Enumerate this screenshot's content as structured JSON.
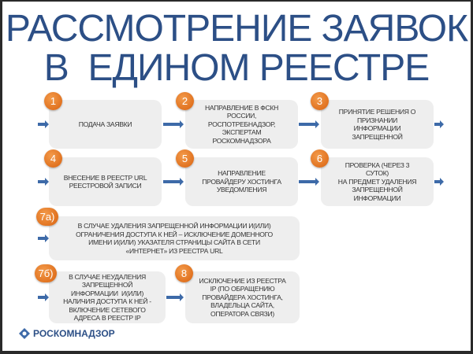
{
  "title": {
    "line1": "РАССМОТРЕНИЕ ЗАЯВОК",
    "line2": "В  ЕДИНОМ РЕЕСТРЕ"
  },
  "steps": [
    {
      "badge": "1",
      "text": "ПОДАЧА ЗАЯВКИ"
    },
    {
      "badge": "2",
      "text": "НАПРАВЛЕНИЕ В ФСКН\nРОССИИ,\nРОСПОТРЕБНАДЗОР,\nЭКСПЕРТАМ\nРОСКОМНАДЗОРА"
    },
    {
      "badge": "3",
      "text": "ПРИНЯТИЕ РЕШЕНИЯ О\nПРИЗНАНИИ\nИНФОРМАЦИИ\nЗАПРЕЩЕННОЙ"
    },
    {
      "badge": "4",
      "text": "ВНЕСЕНИЕ В РЕЕСТР URL\nРЕЕСТРОВОЙ ЗАПИСИ"
    },
    {
      "badge": "5",
      "text": "НАПРАВЛЕНИЕ\nПРОВАЙДЕРУ ХОСТИНГА\nУВЕДОМЛЕНИЯ"
    },
    {
      "badge": "6",
      "text": "ПРОВЕРКА (ЧЕРЕЗ 3\nСУТОК)\nНА ПРЕДМЕТ УДАЛЕНИЯ\nЗАПРЕЩЕННОЙ\nИНФОРМАЦИИ"
    },
    {
      "badge": "7а)",
      "text": "В СЛУЧАЕ УДАЛЕНИЯ ЗАПРЕЩЕННОЙ ИНФОРМАЦИИ И(ИЛИ)\nОГРАНИЧЕНИЯ ДОСТУПА К НЕЙ – ИСКЛЮЧЕНИЕ ДОМЕННОГО\nИМЕНИ И(ИЛИ) УКАЗАТЕЛЯ СТРАНИЦЫ САЙТА В СЕТИ\n«ИНТЕРНЕТ» ИЗ РЕЕСТРА URL"
    },
    {
      "badge": "7б)",
      "text": "В СЛУЧАЕ НЕУДАЛЕНИЯ\nЗАПРЕЩЕННОЙ\nИНФОРМАЦИИ  И(ИЛИ)\nНАЛИЧИЯ ДОСТУПА К НЕЙ -\nВКЛЮЧЕНИЕ СЕТЕВОГО\nАДРЕСА В РЕЕСТР IP"
    },
    {
      "badge": "8",
      "text": "ИСКЛЮЧЕНИЕ ИЗ РЕЕСТРА\nIP (ПО ОБРАЩЕНИЮ\nПРОВАЙДЕРА ХОСТИНГА,\nВЛАДЕЛЬЦА САЙТА,\nОПЕРАТОРА СВЯЗИ)"
    }
  ],
  "logo": {
    "text": "РОСКОМНАДЗОР"
  },
  "colors": {
    "title": "#2c4f86",
    "badge": "#e07020",
    "arrow": "#3d6aa8",
    "box": "#eeeeee"
  }
}
